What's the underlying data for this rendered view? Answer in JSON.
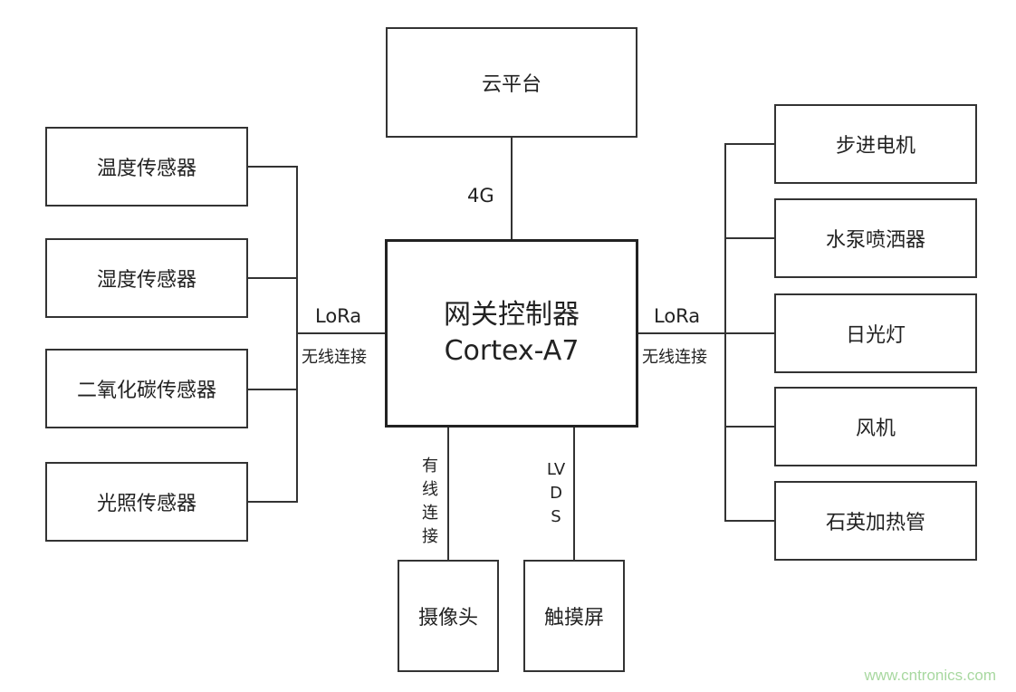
{
  "nodes": {
    "cloud": "云平台",
    "gateway_title": "网关控制器",
    "gateway_sub": "Cortex-A7",
    "camera": "摄像头",
    "touchscreen": "触摸屏"
  },
  "sensors": [
    "温度传感器",
    "湿度传感器",
    "二氧化碳传感器",
    "光照传感器"
  ],
  "actuators": [
    "步进电机",
    "水泵喷洒器",
    "日光灯",
    "风机",
    "石英加热管"
  ],
  "links": {
    "cloud": "4G",
    "left_top": "LoRa",
    "left_bottom": "无线连接",
    "right_top": "LoRa",
    "right_bottom": "无线连接",
    "camera": "有线连接",
    "touchscreen": "LVDS"
  },
  "watermark": "www.cntronics.com"
}
